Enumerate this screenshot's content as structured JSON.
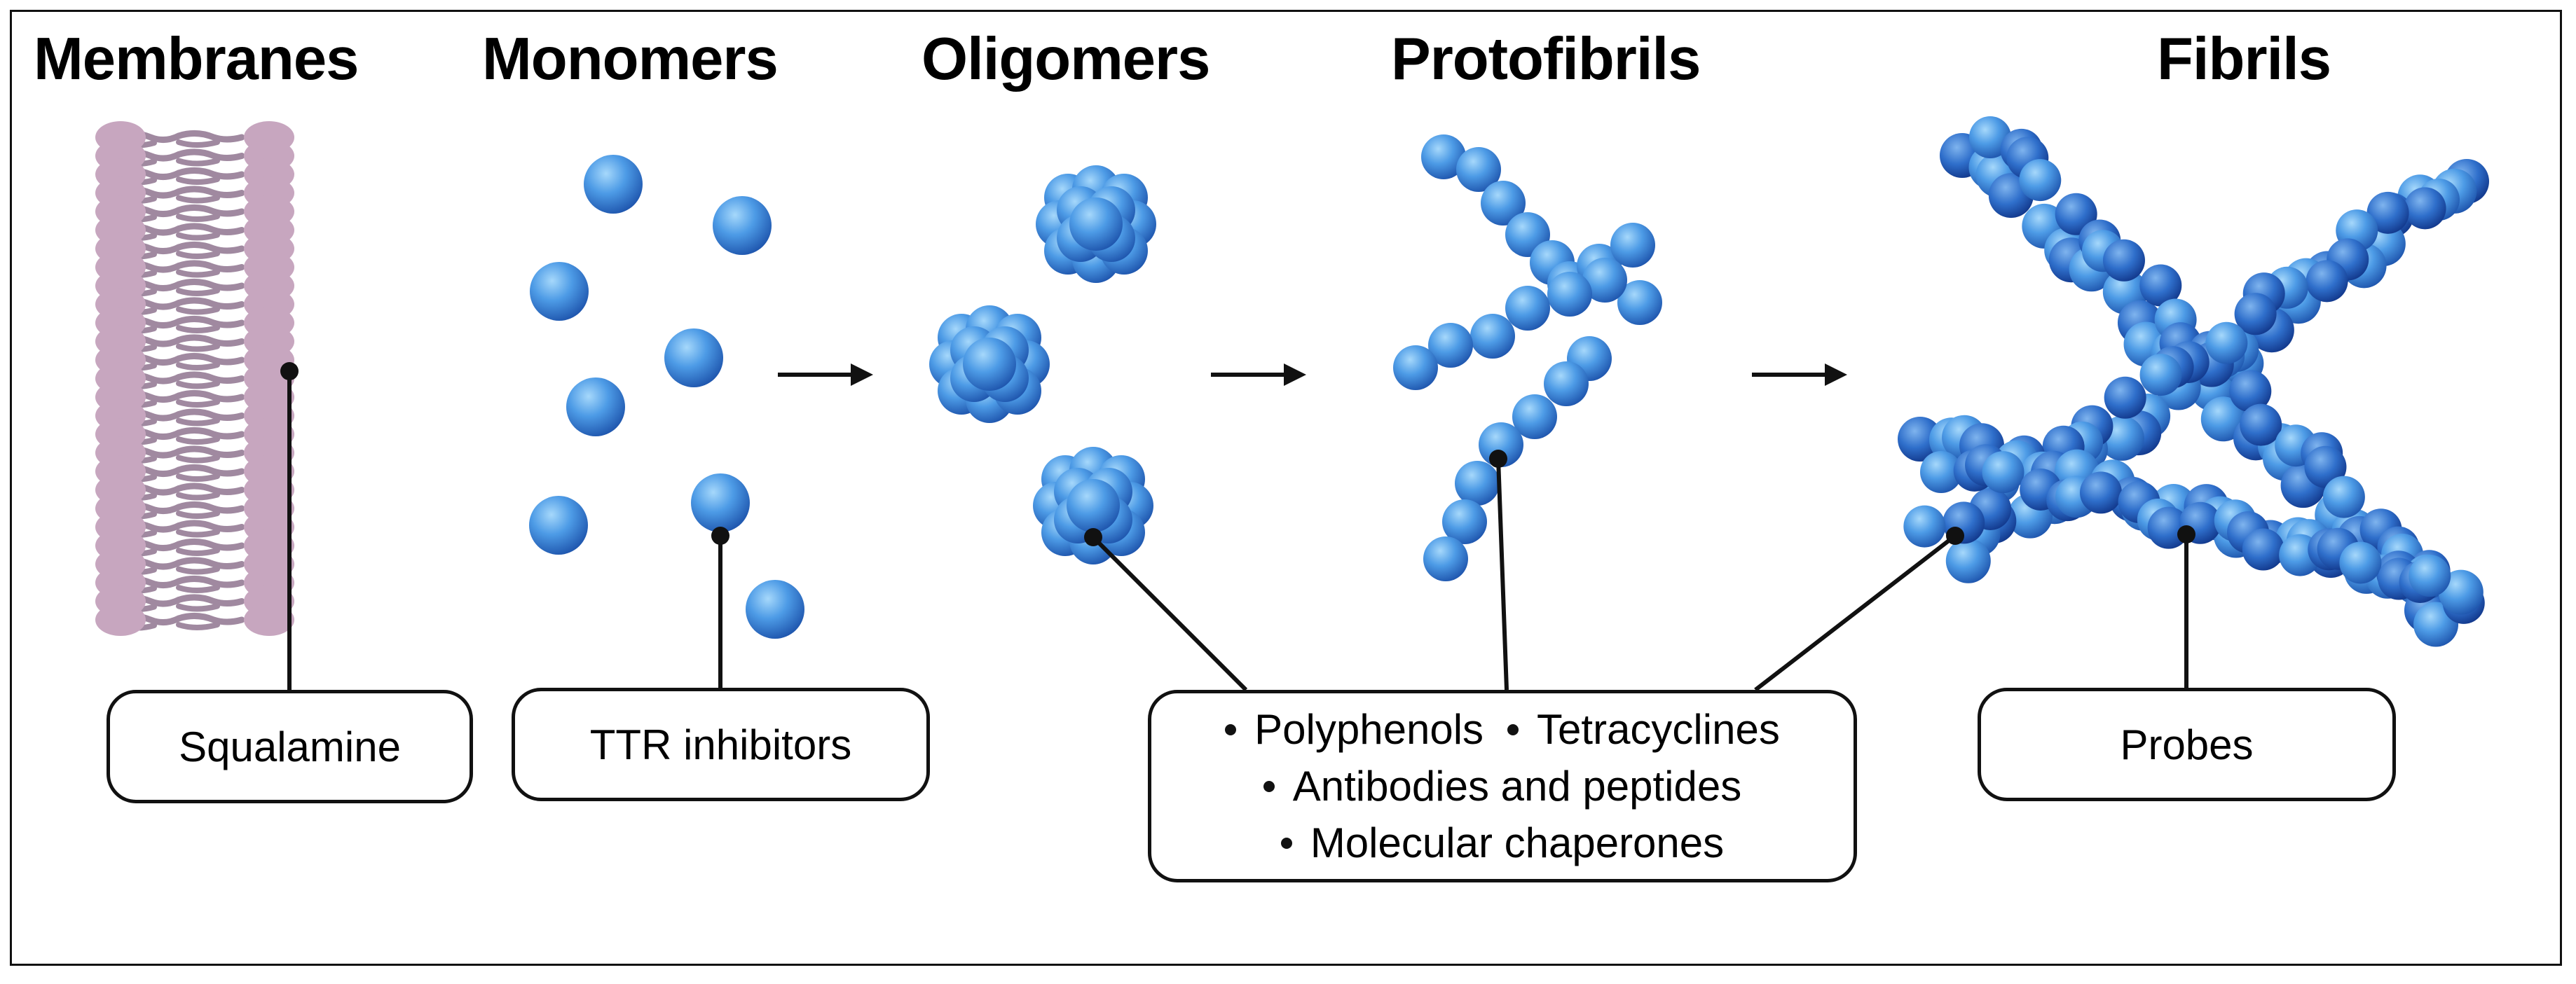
{
  "stages": [
    {
      "label": "Membranes"
    },
    {
      "label": "Monomers"
    },
    {
      "label": "Oligomers"
    },
    {
      "label": "Protofibrils"
    },
    {
      "label": "Fibrils"
    }
  ],
  "treatments": {
    "squalamine": "Squalamine",
    "ttr": "TTR inhibitors",
    "group": [
      "Polyphenols",
      "Tetracyclines",
      "Antibodies and peptides",
      "Molecular chaperones"
    ],
    "probes": "Probes"
  },
  "colors": {
    "sphere_light": "#7cc0f2",
    "sphere_mid": "#3a86d6",
    "sphere_dark": "#123f96",
    "lipid": "#c7a6bf",
    "lipid_tail": "#a089a0",
    "line": "#111111"
  },
  "icons": {
    "arrow": "right-arrow-icon",
    "bullet": "bullet-icon"
  }
}
